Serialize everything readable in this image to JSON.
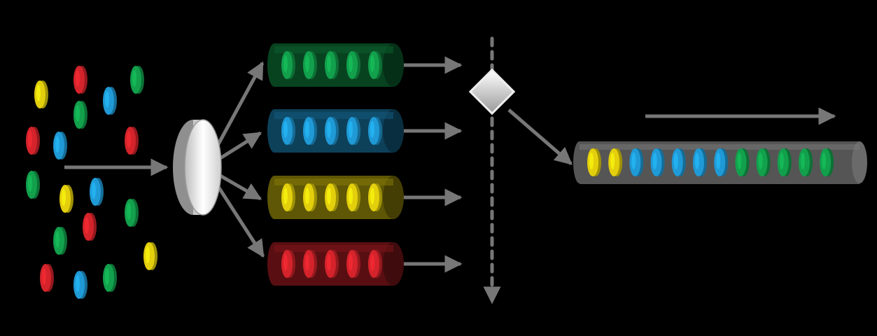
{
  "colors": {
    "background": "#000000",
    "arrow": "#777777",
    "green": "#12a04c",
    "blue": "#1f9ad6",
    "yellow": "#e3cf0c",
    "red": "#d4232b",
    "output_tube": "#555555",
    "dispatcher": "#e6e6e6",
    "diamond": "#d9d9d9"
  },
  "diagram": {
    "scattered_items": [
      "yellow",
      "red",
      "blue",
      "green",
      "green",
      "red",
      "blue",
      "red",
      "green",
      "yellow",
      "blue",
      "green",
      "red",
      "green",
      "yellow",
      "red",
      "blue",
      "green"
    ],
    "queues": [
      {
        "color": "green",
        "items": 5
      },
      {
        "color": "blue",
        "items": 5
      },
      {
        "color": "yellow",
        "items": 5
      },
      {
        "color": "red",
        "items": 5
      }
    ],
    "output_sequence": [
      "yellow",
      "yellow",
      "blue",
      "blue",
      "blue",
      "blue",
      "blue",
      "green",
      "green",
      "green",
      "green",
      "green"
    ],
    "icons": {
      "dispatcher": "dispatcher-disc-icon",
      "merge_gate": "merge-diamond-icon"
    }
  }
}
